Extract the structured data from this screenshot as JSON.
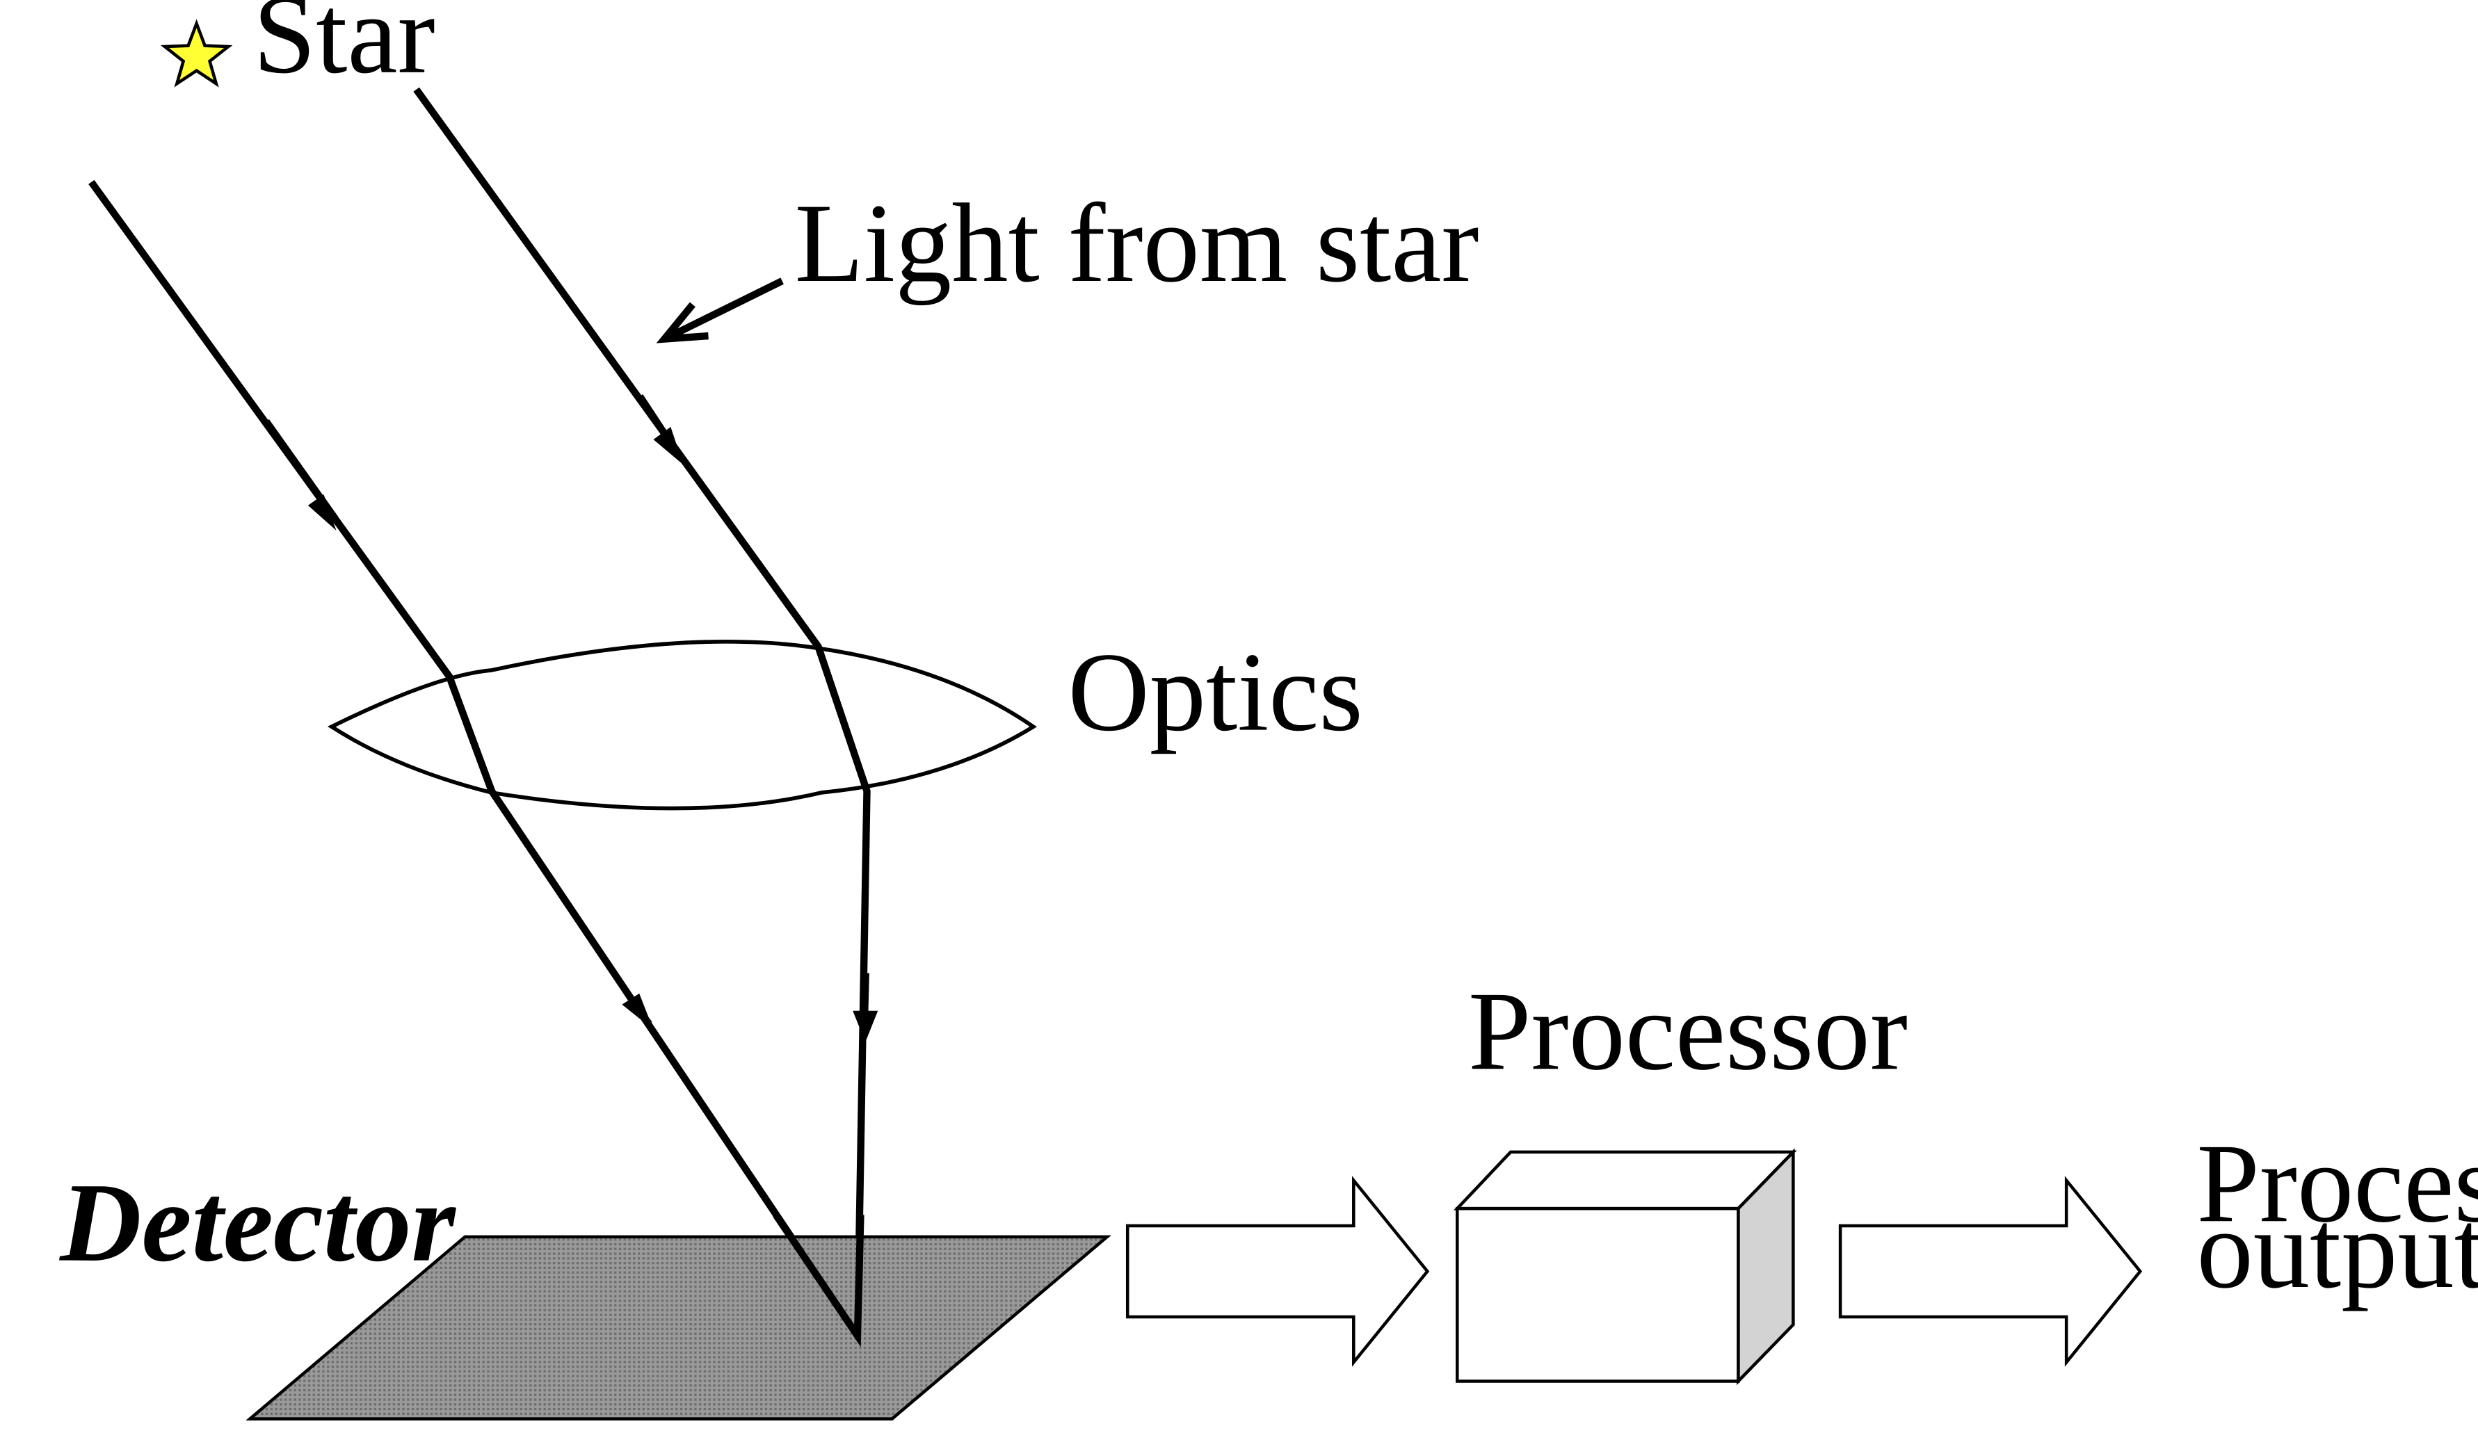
{
  "labels": {
    "star": "Star",
    "light_from_star": "Light from star",
    "optics": "Optics",
    "processor": "Processor",
    "detector": "Detector",
    "processed_output_line1": "Processed",
    "processed_output_line2": "output"
  },
  "colors": {
    "star_fill": "#ffff33",
    "detector_fill": "#8c8c8c",
    "processor_side_fill": "#d3d3d3",
    "line": "#000000",
    "background": "#ffffff"
  },
  "icons": {
    "star": "star-icon"
  }
}
